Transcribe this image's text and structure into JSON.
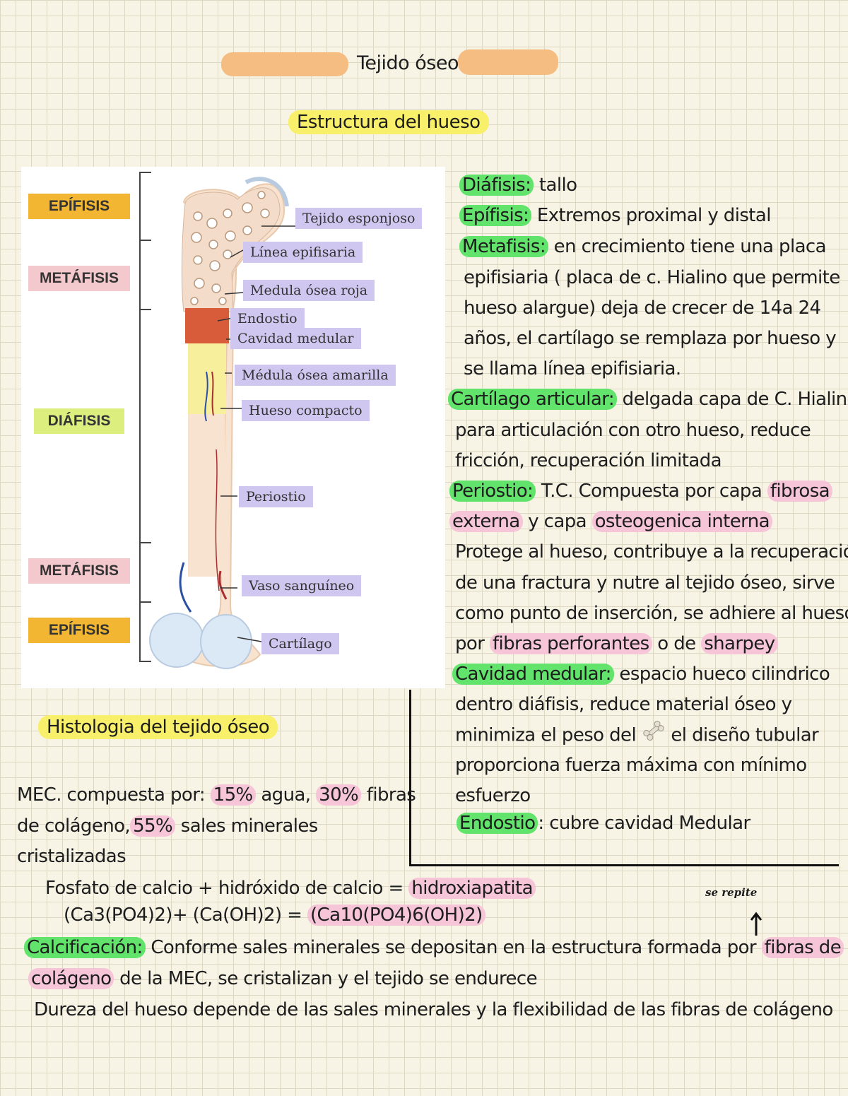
{
  "title": "Tejido óseo",
  "section1": "Estructura del hueso",
  "section2": "Histologia del tejido óseo",
  "diagram": {
    "zones": [
      "EPÍFISIS",
      "METÁFISIS",
      "DIÁFISIS",
      "METÁFISIS",
      "EPÍFISIS"
    ],
    "labels": [
      "Tejido esponjoso",
      "Línea epifisaria",
      "Medula ósea roja",
      "Endostio",
      "Cavidad medular",
      "Médula ósea amarilla",
      "Hueso compacto",
      "Periostio",
      "Vaso sanguíneo",
      "Cartílago"
    ]
  },
  "notes": {
    "diafisis_term": "Diáfisis:",
    "diafisis_text": " tallo",
    "epifisis_term": "Epífisis:",
    "epifisis_text": " Extremos proximal y distal",
    "metafisis_term": "Metafisis:",
    "metafisis_l1": " en crecimiento tiene una placa",
    "metafisis_l2": "epifisiaria ( placa de c. Hialino que permite",
    "metafisis_l3": "hueso alargue) deja de crecer de 14a 24",
    "metafisis_l4": "años, el cartílago se remplaza por hueso y",
    "metafisis_l5": "se llama línea epifisiaria.",
    "cartilago_term": "Cartílago articular:",
    "cartilago_l1": " delgada capa de C. Hialino",
    "cartilago_l2": "para articulación con otro hueso, reduce",
    "cartilago_l3": "fricción, recuperación limitada",
    "periostio_term": "Periostio:",
    "periostio_l1a": " T.C. Compuesta por capa ",
    "periostio_l1b": "fibrosa",
    "periostio_l2a": "externa",
    "periostio_l2b": " y capa ",
    "periostio_l2c": "osteogenica interna",
    "periostio_l3": "Protege al hueso, contribuye a la recuperación",
    "periostio_l4": "de una fractura y nutre al tejido óseo, sirve",
    "periostio_l5": "como punto de inserción, se adhiere al hueso",
    "periostio_l6a": "por ",
    "periostio_l6b": "fibras perforantes",
    "periostio_l6c": " o de ",
    "periostio_l6d": "sharpey",
    "cavidad_term": "Cavidad medular:",
    "cavidad_l1": " espacio hueco cilindrico",
    "cavidad_l2": "dentro diáfisis, reduce material óseo y",
    "cavidad_l3a": "minimiza el peso del ",
    "cavidad_l3b": " el diseño tubular",
    "cavidad_l4": "proporciona fuerza máxima con mínimo",
    "cavidad_l5": "esfuerzo",
    "endostio_term": "Endostio",
    "endostio_text": ": cubre cavidad Medular"
  },
  "histology": {
    "mec_a": "MEC. compuesta por: ",
    "mec_p1": "15%",
    "mec_b": " agua, ",
    "mec_p2": "30%",
    "mec_c": " fibras",
    "mec_d": "de colágeno,",
    "mec_p3": "55%",
    "mec_e": " sales minerales",
    "mec_f": "cristalizadas",
    "eq1_a": "Fosfato de calcio + hidróxido de calcio = ",
    "eq1_b": "hidroxiapatita",
    "eq2_a": "(Ca3(PO4)2)+ (Ca(OH)2) = ",
    "eq2_b": "(Ca10(PO4)6(OH)2)",
    "handnote": "se repite",
    "calc_term": "Calcificación:",
    "calc_l1": " Conforme sales minerales se depositan en la estructura formada por ",
    "calc_l1b": "fibras de",
    "calc_l2a": "colágeno",
    "calc_l2b": " de la MEC, se cristalizan y el tejido se endurece",
    "dureza": "Dureza del hueso depende de las sales minerales y la flexibilidad de las fibras de colágeno"
  },
  "colors": {
    "green": "#62e36b",
    "pink": "#f6c6d8",
    "yellow": "#f8f06a",
    "orange": "#f6bd82",
    "label_purple": "#cfc7ef"
  }
}
